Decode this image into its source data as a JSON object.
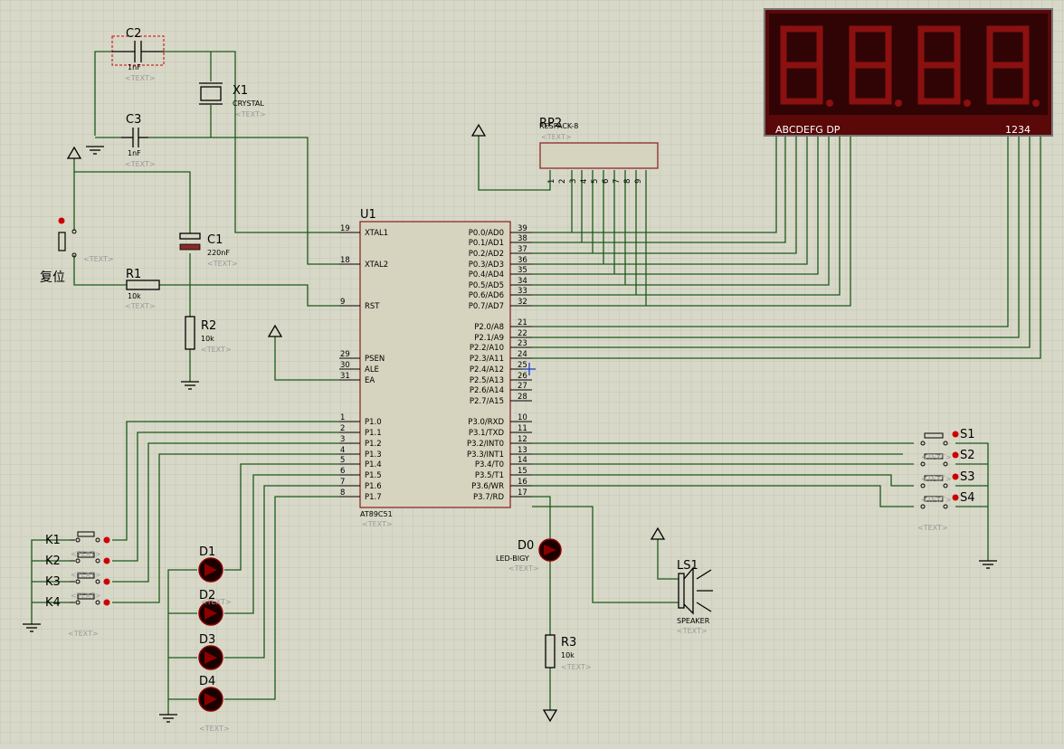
{
  "labels": {
    "c2": "C2",
    "c2_val": "1nF",
    "c3": "C3",
    "c3_val": "1nF",
    "c1": "C1",
    "c1_val": "220nF",
    "x1": "X1",
    "x1_val": "CRYSTAL",
    "r1": "R1",
    "r1_val": "10k",
    "r2": "R2",
    "r2_val": "10k",
    "r3": "R3",
    "r3_val": "10k",
    "rp2": "RP2",
    "rp2_val": "RESPACK-8",
    "u1": "U1",
    "u1_val": "AT89C51",
    "reset": "复位",
    "d0": "D0",
    "d0_val": "LED-BIGY",
    "d1": "D1",
    "d2": "D2",
    "d3": "D3",
    "d4": "D4",
    "k1": "K1",
    "k2": "K2",
    "k3": "K3",
    "k4": "K4",
    "s1": "S1",
    "s2": "S2",
    "s3": "S3",
    "s4": "S4",
    "ls1": "LS1",
    "ls1_val": "SPEAKER",
    "text_placeholder": "<TEXT>",
    "display_seg_labels": "ABCDEFG  DP",
    "display_digit_labels": "1234"
  },
  "mcu_left_pins": [
    {
      "num": "19",
      "name": "XTAL1"
    },
    {
      "num": "18",
      "name": "XTAL2"
    },
    {
      "num": "9",
      "name": "RST"
    },
    {
      "num": "29",
      "name": "PSEN"
    },
    {
      "num": "30",
      "name": "ALE"
    },
    {
      "num": "31",
      "name": "EA"
    },
    {
      "num": "1",
      "name": "P1.0"
    },
    {
      "num": "2",
      "name": "P1.1"
    },
    {
      "num": "3",
      "name": "P1.2"
    },
    {
      "num": "4",
      "name": "P1.3"
    },
    {
      "num": "5",
      "name": "P1.4"
    },
    {
      "num": "6",
      "name": "P1.5"
    },
    {
      "num": "7",
      "name": "P1.6"
    },
    {
      "num": "8",
      "name": "P1.7"
    }
  ],
  "mcu_right_pins": [
    {
      "num": "39",
      "name": "P0.0/AD0"
    },
    {
      "num": "38",
      "name": "P0.1/AD1"
    },
    {
      "num": "37",
      "name": "P0.2/AD2"
    },
    {
      "num": "36",
      "name": "P0.3/AD3"
    },
    {
      "num": "35",
      "name": "P0.4/AD4"
    },
    {
      "num": "34",
      "name": "P0.5/AD5"
    },
    {
      "num": "33",
      "name": "P0.6/AD6"
    },
    {
      "num": "32",
      "name": "P0.7/AD7"
    },
    {
      "num": "21",
      "name": "P2.0/A8"
    },
    {
      "num": "22",
      "name": "P2.1/A9"
    },
    {
      "num": "23",
      "name": "P2.2/A10"
    },
    {
      "num": "24",
      "name": "P2.3/A11"
    },
    {
      "num": "25",
      "name": "P2.4/A12"
    },
    {
      "num": "26",
      "name": "P2.5/A13"
    },
    {
      "num": "27",
      "name": "P2.6/A14"
    },
    {
      "num": "28",
      "name": "P2.7/A15"
    },
    {
      "num": "10",
      "name": "P3.0/RXD"
    },
    {
      "num": "11",
      "name": "P3.1/TXD"
    },
    {
      "num": "12",
      "name": "P3.2/INT0"
    },
    {
      "num": "13",
      "name": "P3.3/INT1"
    },
    {
      "num": "14",
      "name": "P3.4/T0"
    },
    {
      "num": "15",
      "name": "P3.5/T1"
    },
    {
      "num": "16",
      "name": "P3.6/WR"
    },
    {
      "num": "17",
      "name": "P3.7/RD"
    }
  ],
  "rp2_pins": [
    "1",
    "2",
    "3",
    "4",
    "5",
    "6",
    "7",
    "8",
    "9"
  ],
  "colors": {
    "background": "#d8d8c8",
    "grid": "#bfbfae",
    "wire": "#1a5a1a",
    "component_border": "#8b2a2a",
    "led_segment": "#8b1010",
    "terminal_dot": "#cc0000"
  }
}
